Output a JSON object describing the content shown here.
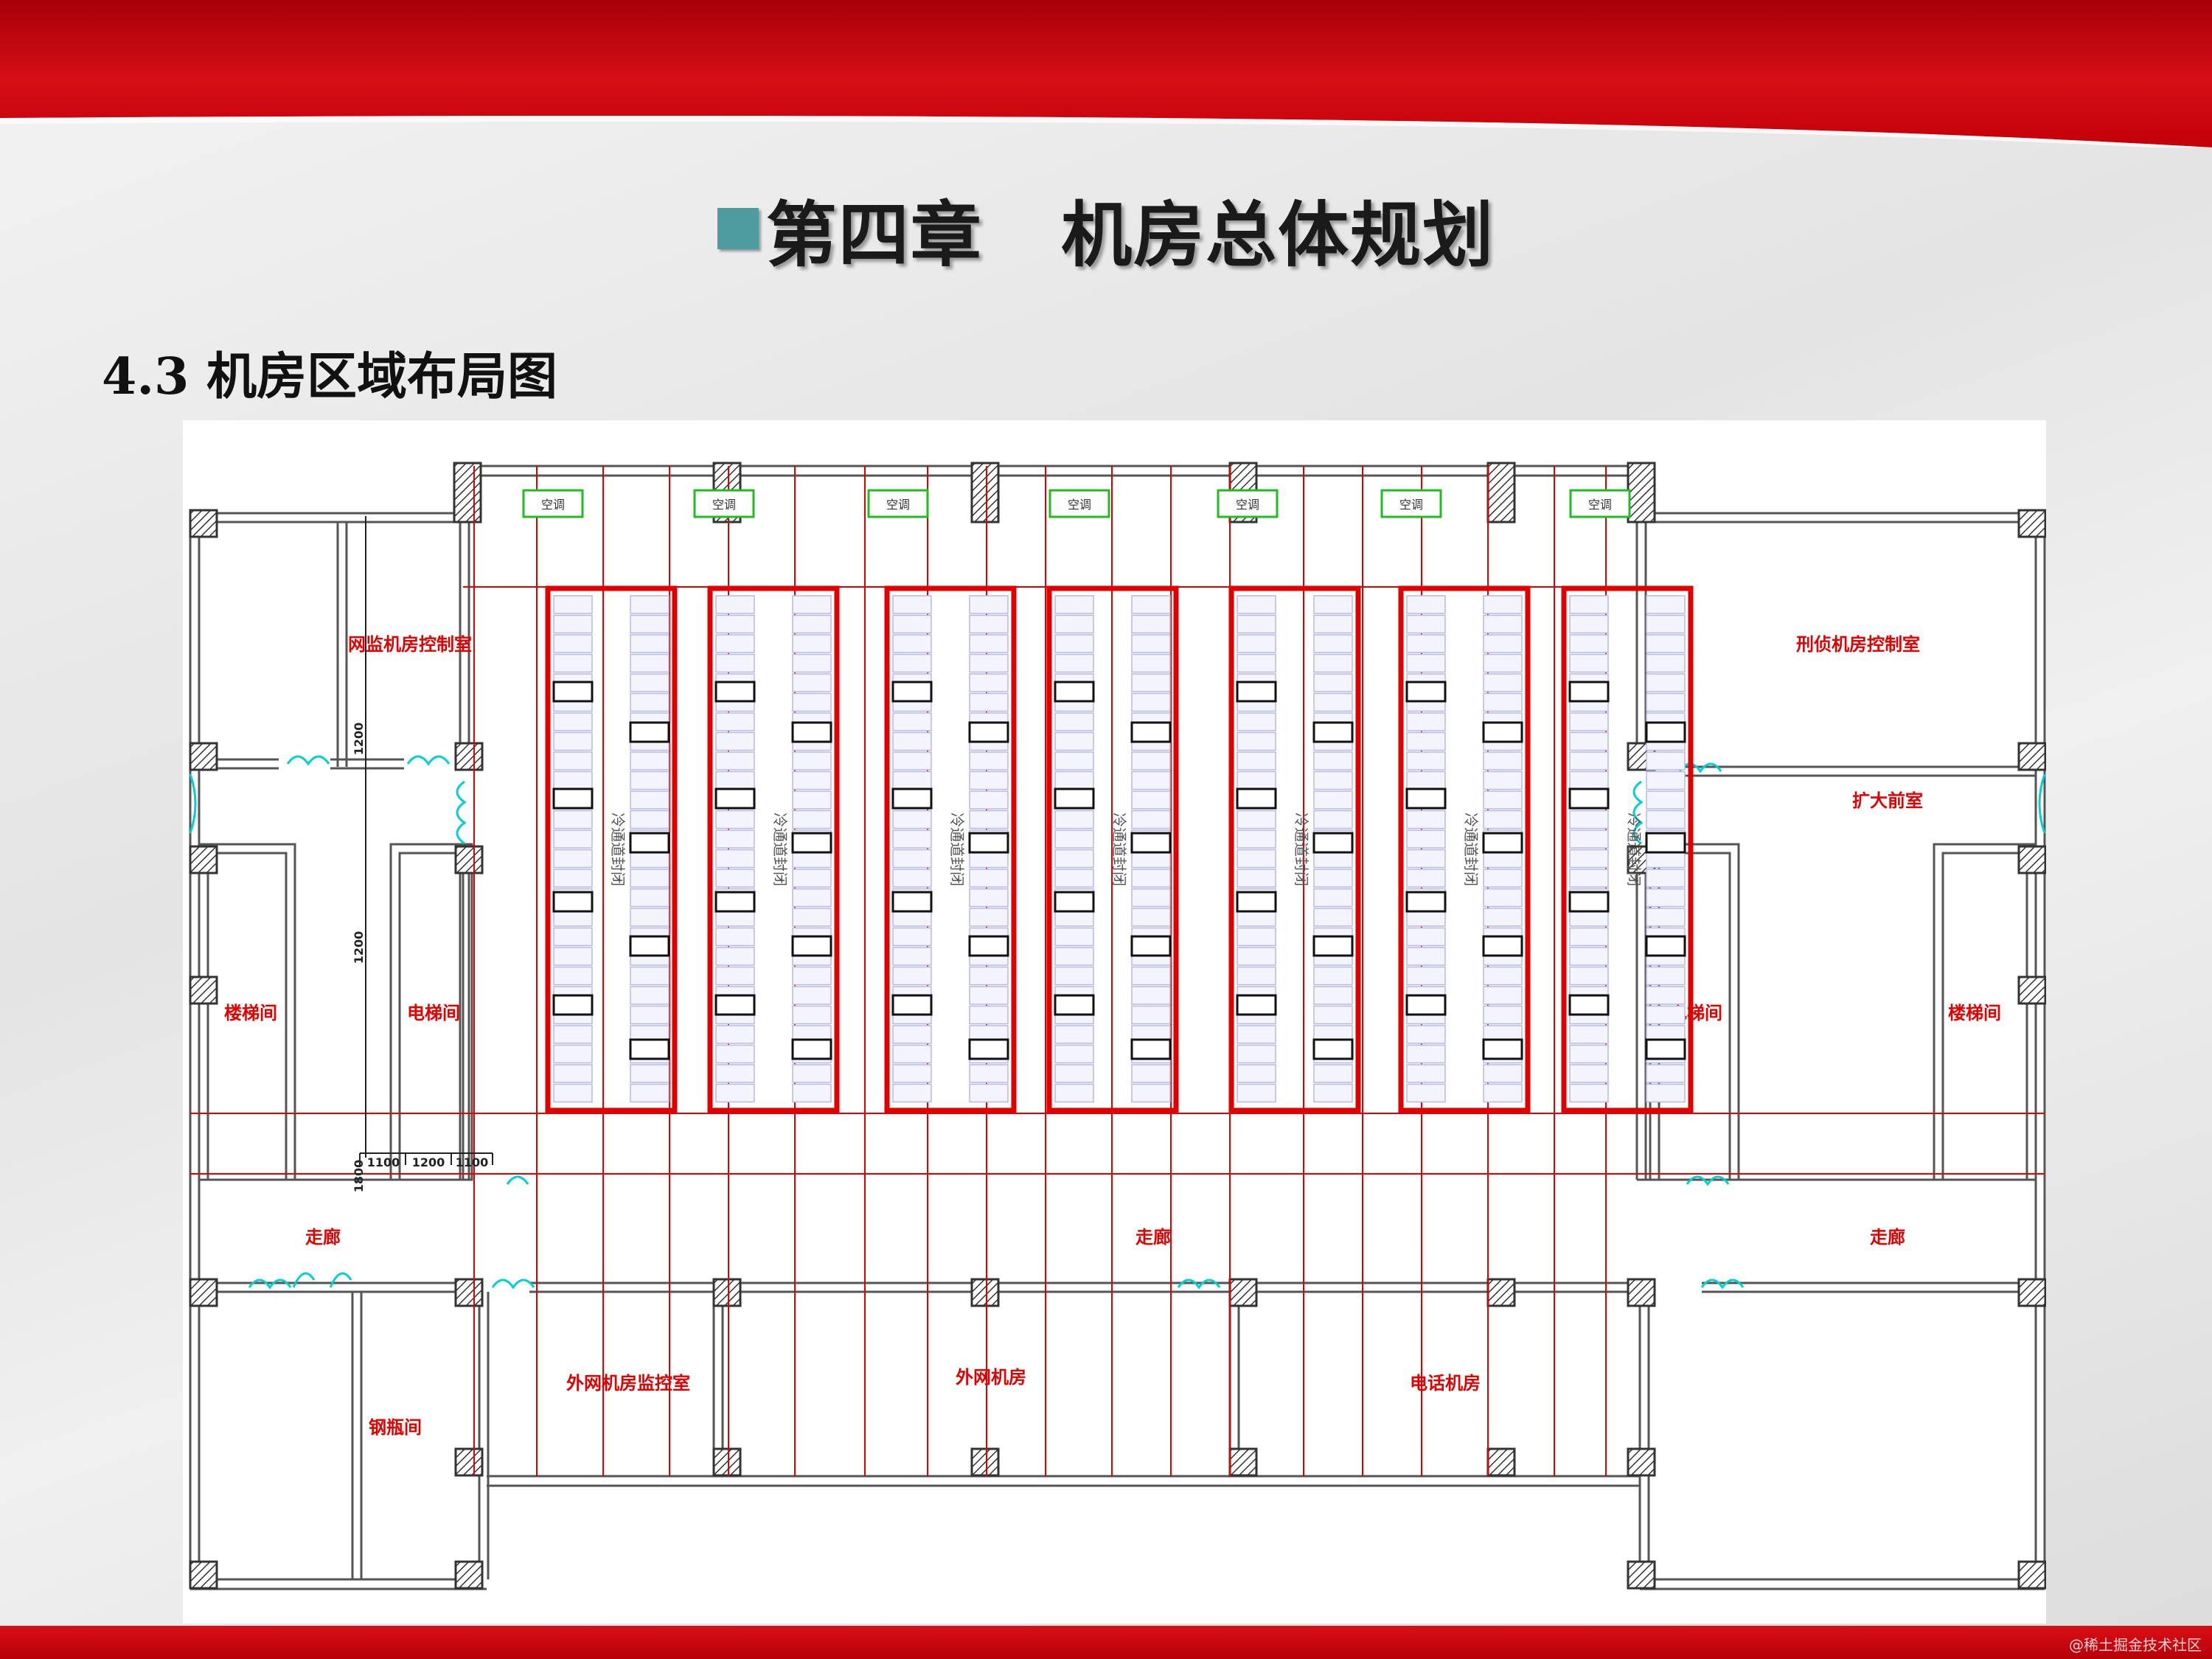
{
  "slide": {
    "title": "第四章   机房总体规划",
    "subtitle": "4.3 机房区域布局图",
    "watermark": "@稀土掘金技术社区"
  },
  "colors": {
    "band_red": "#c4000b",
    "accent_teal": "#4f9ca0",
    "plan_red": "#e00000",
    "wall": "#555555",
    "ac_unit": "#22bb22",
    "rack": "#b8b8e6",
    "door": "#00d0d0"
  },
  "floor_plan": {
    "rooms": {
      "monitor_control": "网监机房控制室",
      "criminal_control": "刑侦机房控制室",
      "stairs_left": "楼梯间",
      "elevator_left": "电梯间",
      "elevator_right": "电梯间",
      "stairs_right": "楼梯间",
      "expansion": "扩大前室",
      "corridor_left": "走廊",
      "corridor_middle": "走廊",
      "corridor_right": "走廊",
      "steel_bottle": "钢瓶间",
      "extranet_monitor": "外网机房监控室",
      "extranet_room": "外网机房",
      "telecom_room": "电话机房"
    },
    "ac_label": "空调",
    "rack_caption": "冷通道封闭",
    "rack_units": 7,
    "dimensions": {
      "horizontal": [
        "1100",
        "1200",
        "1100"
      ],
      "vertical_1": "1200",
      "vertical_2": "1200",
      "vertical_3": "1800"
    }
  }
}
